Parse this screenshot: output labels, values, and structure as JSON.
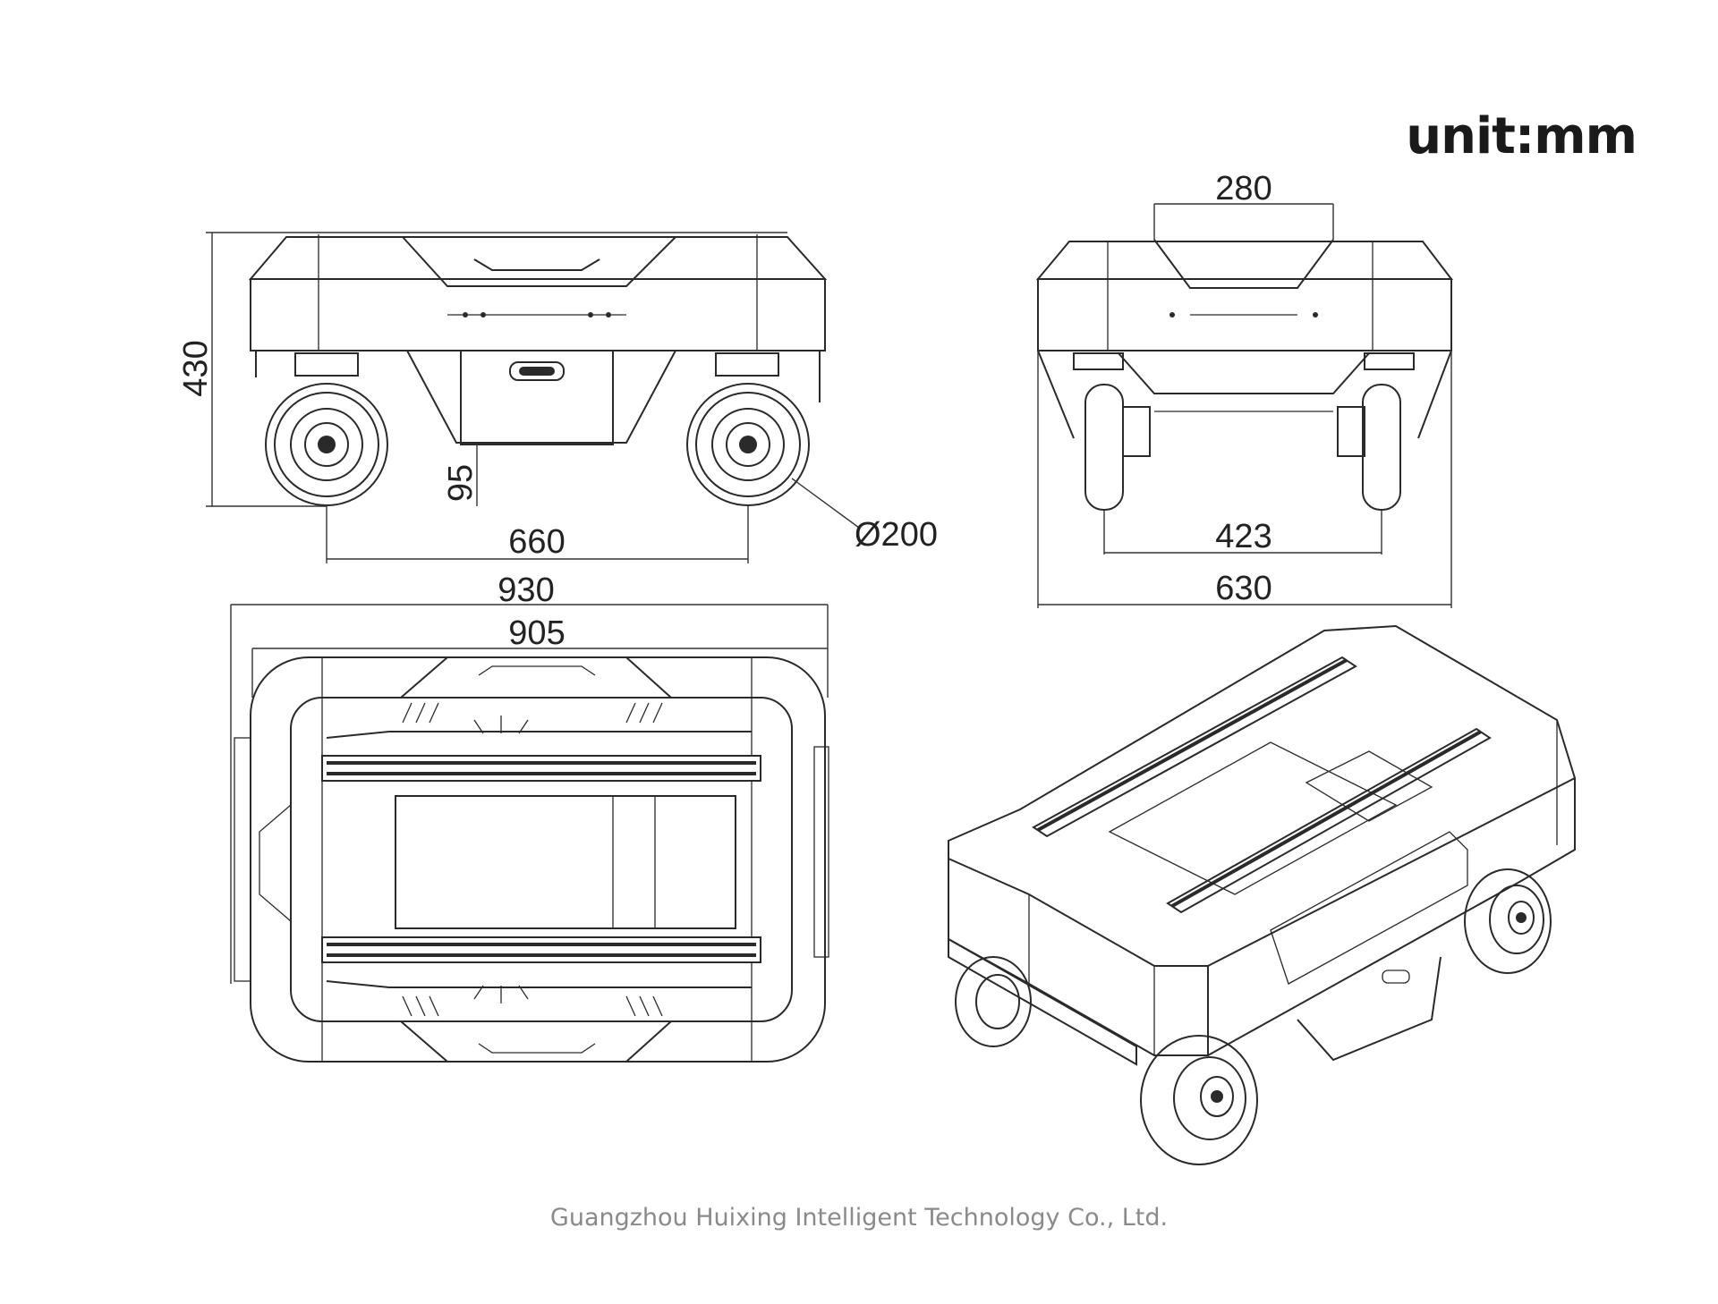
{
  "unit_label": "unit:mm",
  "company": "Guangzhou Huixing Intelligent Technology Co., Ltd.",
  "dimensions": {
    "height": "430",
    "ground_clearance": "95",
    "wheelbase": "660",
    "wheel_diameter": "Ø200",
    "overall_length": "930",
    "body_length": "905",
    "top_width": "280",
    "track": "423",
    "overall_width": "630"
  },
  "colors": {
    "line": "#2a2a2a",
    "company_text": "#8a8a8a"
  }
}
